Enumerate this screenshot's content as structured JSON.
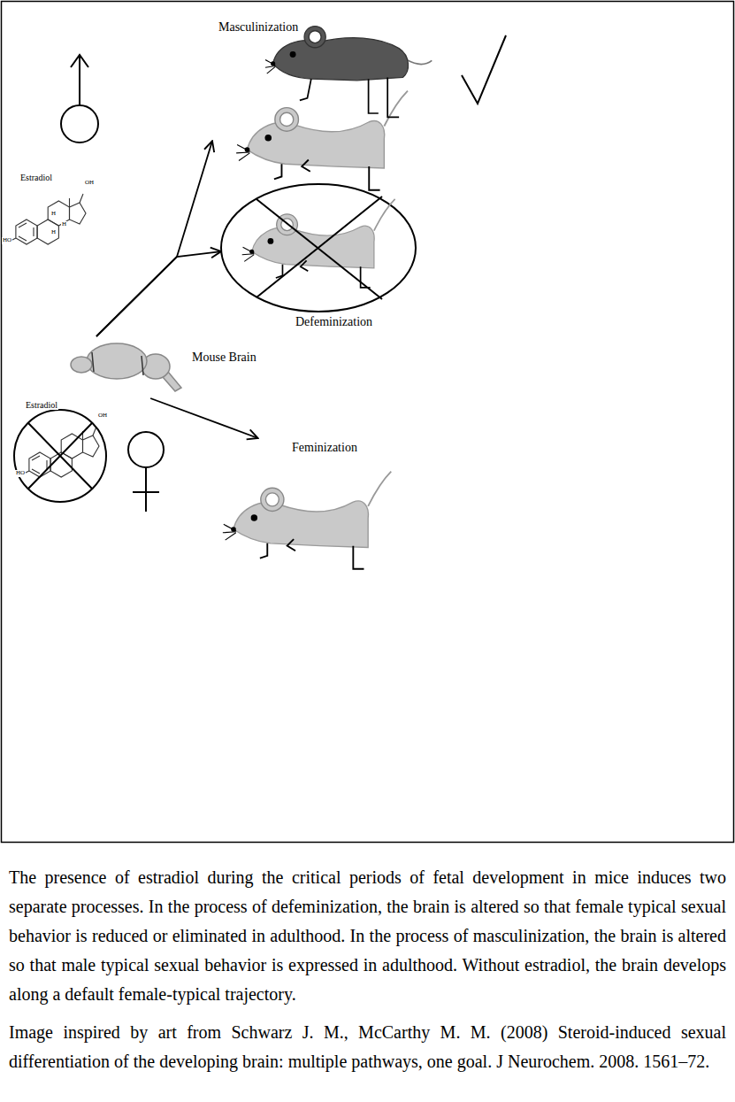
{
  "diagram": {
    "caption": "The presence of estradiol during the critical periods of fetal development in mice induces two separate processes. In the process of defeminization, the brain is altered so that female typical sexual behavior is reduced or eliminated in adulthood. In the process of masculinization, the brain is altered so that male typical sexual behavior is expressed in adulthood. Without estradiol, the brain develops along a default female-typical trajectory.",
    "nodes": [
      {
        "text": [
          "Mouse Brain"
        ]
      },
      {
        "text": [
          "Masculinization"
        ]
      },
      {
        "text": [
          "Defeminization"
        ]
      },
      {
        "text": [
          "Feminization"
        ]
      }
    ],
    "edges": [
      {
        "from": 0,
        "to": 1,
        "arrow": "to"
      },
      {
        "from": 0,
        "to": 2,
        "arrow": "to"
      },
      {
        "from": 0,
        "to": 3,
        "arrow": "to"
      }
    ],
    "labels": [
      "Estradiol",
      "OH",
      "H",
      "H",
      "H",
      "HO",
      "Estradiol",
      "OH",
      "HO",
      "Image inspired by art from Schwarz J. M., McCarthy M. M. (2008) Steroid-induced sexual differentiation of the developing brain: multiple pathways, one goal. J Neurochem. 2008. 1561–72."
    ]
  }
}
